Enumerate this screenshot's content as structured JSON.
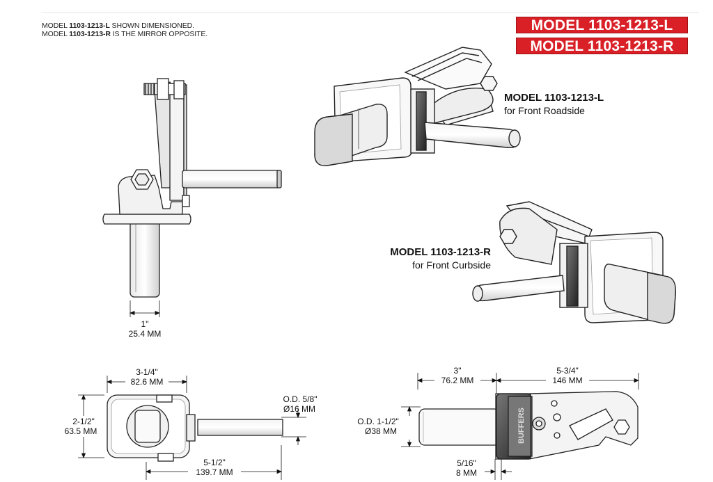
{
  "notes": {
    "line1_model": "1103-1213-L",
    "line1_rest": " SHOWN DIMENSIONED.",
    "line2_model": "1103-1213-R",
    "line2_rest": " IS THE MIRROR OPPOSITE.",
    "prefix": "MODEL "
  },
  "badges": {
    "left": "MODEL 1103-1213-L",
    "right": "MODEL 1103-1213-R",
    "color": "#d92027"
  },
  "captions": {
    "left_title": "MODEL 1103-1213-L",
    "left_sub": "for Front Roadside",
    "right_title": "MODEL 1103-1213-R",
    "right_sub": "for Front Curbside"
  },
  "dimensions": {
    "shaft_width_in": "1\"",
    "shaft_width_mm": "25.4 MM",
    "plate_width_in": "3-1/4\"",
    "plate_width_mm": "82.6 MM",
    "plate_height_in": "2-1/2\"",
    "plate_height_mm": "63.5 MM",
    "rod_od_in": "O.D. 5/8\"",
    "rod_od_mm": "Ø16 MM",
    "overall_length_in": "5-1/2\"",
    "overall_length_mm": "139.7 MM",
    "post_length_in": "3\"",
    "post_length_mm": "76.2 MM",
    "body_length_in": "5-3/4\"",
    "body_length_mm": "146 MM",
    "post_od_in": "O.D. 1-1/2\"",
    "post_od_mm": "Ø38 MM",
    "plate_thick_in": "5/16\"",
    "plate_thick_mm": "8 MM"
  },
  "labels": {
    "buffers_text": "BUFFERS"
  }
}
